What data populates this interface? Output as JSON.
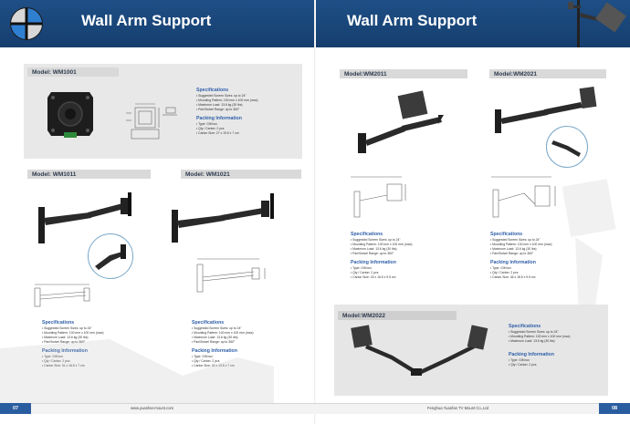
{
  "header": {
    "title_left": "Wall Arm Support",
    "title_right": "Wall Arm Support"
  },
  "products": {
    "wm1001": {
      "model": "Model: WM1001",
      "spec_title": "Specifications",
      "specs": [
        "• Suggested Screen Sizes: up to 24\"",
        "• Mounting Pattern: 100 mm x 100 mm (max)",
        "• Maximum Load: 13.6 kg (30 lbs)",
        "• Pan/Swivel Range: up to 360°"
      ],
      "pack_title": "Packing Information",
      "pack": [
        "• Type: Gift box",
        "• Qty / Carton: 2 pcs",
        "• Carton Size: 27 x 19.5 x 7 cm"
      ]
    },
    "wm1011": {
      "model": "Model: WM1011",
      "spec_title": "Specifications",
      "specs": [
        "• Suggested Screen Sizes: up to 24\"",
        "• Mounting Pattern: 100 mm x 100 mm (max)",
        "• Maximum Load: 13.6 kg (30 lbs)",
        "• Pan/Swivel Range: up to 360°"
      ],
      "pack_title": "Packing Information",
      "pack": [
        "• Type: Gift box",
        "• Qty / Carton: 2 pcs",
        "• Carton Size: 31 x 16.5 x 7 cm"
      ]
    },
    "wm1021": {
      "model": "Model: WM1021",
      "spec_title": "Specifications",
      "specs": [
        "• Suggested Screen Sizes: up to 24\"",
        "• Mounting Pattern: 100 mm x 100 mm (max)",
        "• Maximum Load: 13.6 kg (30 lbs)",
        "• Pan/Swivel Range: up to 360°"
      ],
      "pack_title": "Packing Information",
      "pack": [
        "• Type: Gift box",
        "• Qty / Carton: 2 pcs",
        "• Carton Size: 32 x 13.5 x 7 cm"
      ]
    },
    "wm2011": {
      "model": "Model:WM2011",
      "spec_title": "Specifications",
      "specs": [
        "• Suggested Screen Sizes: up to 24\"",
        "• Mounting Pattern: 100 mm x 100 mm (max)",
        "• Maximum Load: 13.6 kg (30 lbs)",
        "• Pan/Swivel Range: up to 360°"
      ],
      "pack_title": "Packing Information",
      "pack": [
        "• Type: Gift box",
        "• Qty / Carton: 2 pcs",
        "• Carton Size: 43 x 16.5 x 9.5 cm"
      ]
    },
    "wm2021": {
      "model": "Model:WM2021",
      "spec_title": "Specifications",
      "specs": [
        "• Suggested Screen Sizes: up to 24\"",
        "• Mounting Pattern: 100 mm x 100 mm (max)",
        "• Maximum Load: 13.6 kg (30 lbs)",
        "• Pan/Swivel Range: up to 360°"
      ],
      "pack_title": "Packing Information",
      "pack": [
        "• Type: Gift box",
        "• Qty / Carton: 2 pcs",
        "• Carton Size: 46 x 18.5 x 9.5 cm"
      ]
    },
    "wm2022": {
      "model": "Model:WM2022",
      "spec_title": "Specifications",
      "specs": [
        "• Suggested Screen Sizes: up to 24\"",
        "• Mounting Pattern: 100 mm x 100 mm (max)",
        "• Maximum Load: 13.6 kg (30 lbs)"
      ],
      "pack_title": "Packing Information",
      "pack": [
        "• Type: Gift box",
        "• Qty / Carton: 2 pcs"
      ]
    }
  },
  "footer": {
    "page_left": "07",
    "page_right": "08",
    "website": "www.yuanfan-mount.com",
    "company": "Fenghua Yuanfan TV Mount Co.,Ltd"
  },
  "colors": {
    "header": "#1e4f86",
    "accent_blue": "#2f5fa8",
    "panel_gray": "#d9d9d9"
  }
}
